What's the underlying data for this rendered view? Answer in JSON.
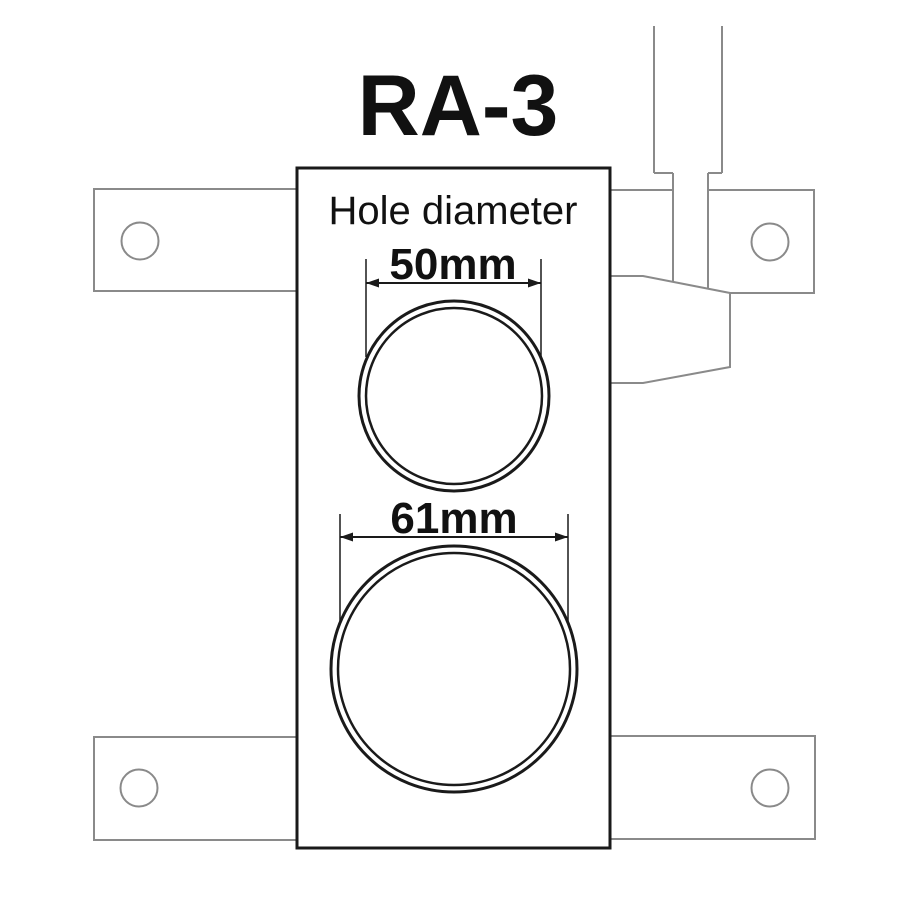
{
  "title": "RA-3",
  "panel": {
    "heading": "Hole diameter",
    "holes": [
      {
        "label": "50mm",
        "diameter_mm": 50
      },
      {
        "label": "61mm",
        "diameter_mm": 61
      }
    ]
  },
  "colors": {
    "drawing_black": "#1a1a1a",
    "hardware_gray": "#8a8a8a",
    "background": "#ffffff"
  }
}
